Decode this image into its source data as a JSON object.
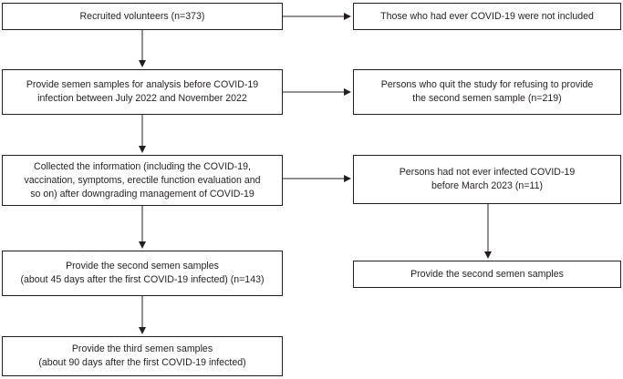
{
  "flowchart": {
    "recruited": {
      "lines": [
        "Recruited volunteers (n=373)"
      ]
    },
    "excluded_covid": {
      "lines": [
        "Those who had ever COVID-19 were not included"
      ]
    },
    "first_samples": {
      "lines": [
        "Provide semen samples for analysis before COVID-19",
        "infection between July 2022 and November 2022"
      ]
    },
    "quit": {
      "lines": [
        "Persons who quit the study for refusing to provide",
        "the second semen sample (n=219)"
      ]
    },
    "collected_info": {
      "lines": [
        "Collected the information (including the COVID-19,",
        "vaccination, symptoms, erectile function evaluation and",
        "so on) after downgrading management of COVID-19"
      ]
    },
    "not_infected": {
      "lines": [
        "Persons had not ever infected COVID-19",
        "before March 2023 (n=11)"
      ]
    },
    "second_samples": {
      "lines": [
        "Provide the second semen samples",
        "(about 45 days after the first COVID-19 infected) (n=143)"
      ]
    },
    "not_infected_second": {
      "lines": [
        "Provide the second semen samples"
      ]
    },
    "third_samples": {
      "lines": [
        "Provide the third semen samples",
        "(about 90 days after the first COVID-19 infected)"
      ]
    }
  }
}
